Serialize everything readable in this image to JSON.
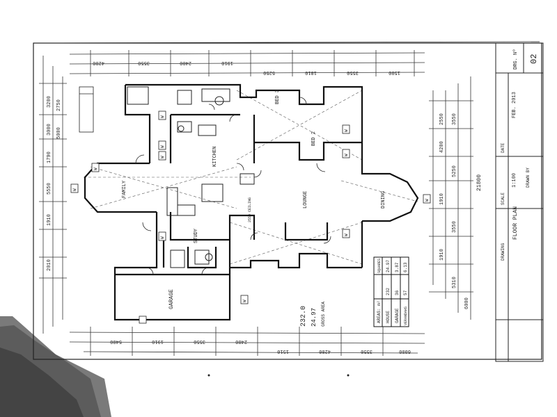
{
  "sheet": {
    "drawing_no": "02",
    "drawing_no_label": "DRG. Nº",
    "scale_label": "SCALE",
    "scale": "1:100",
    "date_label": "DATE",
    "date": "FEB. 2013",
    "drawing_title": "FLOOR PLAN",
    "drawn_label": "DRAWING",
    "drawn_by_label": "DRAWN BY"
  },
  "rooms": {
    "garage": "GARAGE",
    "study": "STUDY",
    "lounge": "LOUNGE",
    "dining": "DINING",
    "bed2": "BED 2",
    "bed3": "BED 3",
    "family": "FAMILY",
    "kitchen": "KITCHEN"
  },
  "areas_table": {
    "title": "AREAS: m²",
    "col_squares": "SQUARES",
    "rows": [
      {
        "name": "HOUSE",
        "m2": "232",
        "squares": "24.97"
      },
      {
        "name": "GARAGE",
        "m2": "36",
        "squares": "3.87"
      },
      {
        "name": "VERANDAHS",
        "m2": "57",
        "squares": "6.13"
      }
    ]
  },
  "summary": {
    "total": "232.0",
    "squares": "24.97",
    "note": "GROSS AREA"
  },
  "notes": {
    "window_tag": "W",
    "ceiling_note": "2550 CEILING"
  },
  "dims": {
    "overall_width": "21800",
    "garage_depth": "6000",
    "left_sets": [
      "3200",
      "2750",
      "3000",
      "5000",
      "1790",
      "5550",
      "1910",
      "2010"
    ],
    "right_sets": [
      "2550",
      "3550",
      "4200",
      "5250",
      "1910",
      "3550",
      "1910",
      "5310"
    ],
    "top_sets": [
      "4200",
      "3550",
      "2400",
      "1910",
      "5250",
      "1810",
      "3550",
      "1500"
    ],
    "bottom_sets": [
      "5400",
      "1910",
      "3550",
      "2400",
      "1510",
      "4200",
      "3550",
      "6000"
    ]
  }
}
